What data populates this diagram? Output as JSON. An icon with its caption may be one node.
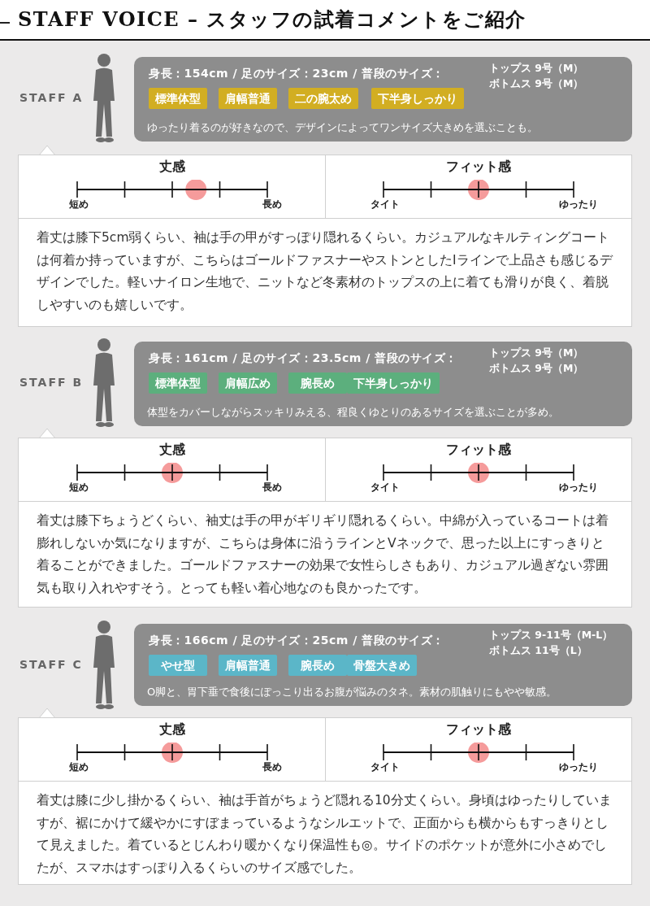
{
  "diagram": {
    "title": "STAFF VOICE – スタッフの試着コメントをご紹介",
    "nodes": [
      {
        "text": [
          "身長：154cm / 足のサイズ：23cm / 普段のサイズ：",
          "トップス 9号（M）",
          "ボトムス 9号（M）",
          "ゆったり着るのが好きなので、デザインによってワンサイズ大きめを選ぶことも。"
        ]
      },
      {
        "text": [
          "標準体型"
        ],
        "in": 0
      },
      {
        "text": [
          "肩幅普通"
        ],
        "in": 0
      },
      {
        "text": [
          "二の腕太め"
        ],
        "in": 0
      },
      {
        "text": [
          "下半身しっかり"
        ],
        "in": 0
      },
      {
        "text": [
          "着丈は膝下5cm弱くらい、袖は手の甲がすっぽり隠れるくらい。カジュアルなキルティングコートは何着か持っていますが、こちらはゴールドファスナーやストンとしたIラインで上品さも感じるデザインでした。軽いナイロン生地で、ニットなど冬素材のトップスの上に着ても滑りが良く、着脱しやすいのも嬉しいです。"
        ]
      },
      {
        "text": [
          "丈感",
          "短め",
          "長め"
        ],
        "in": 5
      },
      {
        "text": [
          "フィット感",
          "タイト",
          "ゆったり"
        ],
        "in": 5
      },
      {
        "text": [
          "身長：161cm / 足のサイズ：23.5cm / 普段のサイズ：",
          "トップス 9号（M）",
          "ボトムス 9号（M）",
          "体型をカバーしながらスッキリみえる、程良くゆとりのあるサイズを選ぶことが多め。"
        ]
      },
      {
        "text": [
          "標準体型"
        ],
        "in": 8
      },
      {
        "text": [
          "肩幅広め"
        ],
        "in": 8
      },
      {
        "text": [
          "腕長め"
        ],
        "in": 8
      },
      {
        "text": [
          "下半身しっかり"
        ],
        "in": 8
      },
      {
        "text": [
          "着丈は膝下ちょうどくらい、袖丈は手の甲がギリギリ隠れるくらい。中綿が入っているコートは着膨れしないか気になりますが、こちらは身体に沿うラインとVネックで、思った以上にすっきりと着ることができました。ゴールドファスナーの効果で女性らしさもあり、カジュアル過ぎない雰囲気も取り入れやすそう。とっても軽い着心地なのも良かったです。"
        ]
      },
      {
        "text": [
          "丈感",
          "短め",
          "長め"
        ],
        "in": 13
      },
      {
        "text": [
          "フィット感",
          "タイト",
          "ゆったり"
        ],
        "in": 13
      },
      {
        "text": [
          "身長：166cm / 足のサイズ：25cm / 普段のサイズ：",
          "トップス 9-11号（M-L）",
          "ボトムス 11号（L）",
          "O脚と、胃下垂で食後にぽっこり出るお腹が悩みのタネ。素材の肌触りにもやや敏感。"
        ]
      },
      {
        "text": [
          "やせ型"
        ],
        "in": 16
      },
      {
        "text": [
          "肩幅普通"
        ],
        "in": 16
      },
      {
        "text": [
          "腕長め"
        ],
        "in": 16
      },
      {
        "text": [
          "骨盤大きめ"
        ],
        "in": 16
      },
      {
        "text": [
          "着丈は膝に少し掛かるくらい、袖は手首がちょうど隠れる10分丈くらい。身頃はゆったりしていますが、裾にかけて緩やかにすぼまっているようなシルエットで、正面からも横からもすっきりとして見えました。着ているとじんわり暖かくなり保温性も◎。サイドのポケットが意外に小さめでしたが、スマホはすっぽり入るくらいのサイズ感でした。"
        ]
      },
      {
        "text": [
          "丈感",
          "短め",
          "長め"
        ],
        "in": 21
      },
      {
        "text": [
          "フィット感",
          "タイト",
          "ゆったり"
        ],
        "in": 21
      }
    ],
    "labels": [
      "STAFF A",
      "STAFF B",
      "STAFF C"
    ]
  }
}
